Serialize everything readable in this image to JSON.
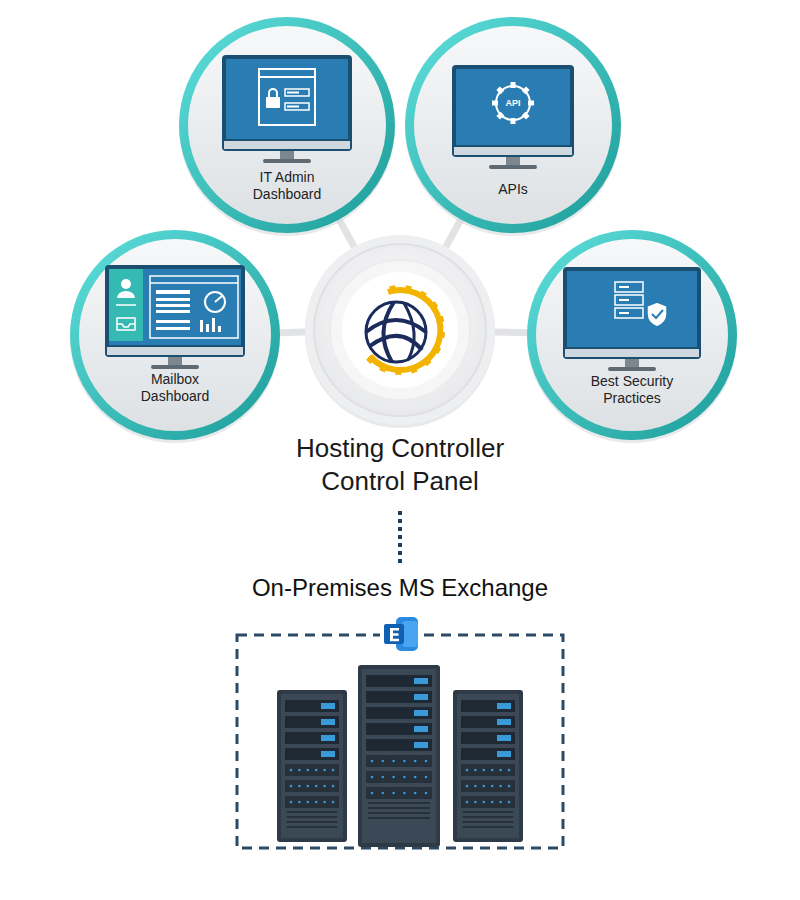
{
  "diagram": {
    "nodes": [
      {
        "text": [
          "IT Admin Dashboard"
        ]
      },
      {
        "text": [
          "APIs"
        ]
      },
      {
        "text": [
          "Mailbox Dashboard"
        ]
      },
      {
        "text": [
          "Hosting Controller Control Panel"
        ]
      },
      {
        "text": [
          "Best Security Practices"
        ]
      },
      {
        "text": [
          "On-Premises MS Exchange"
        ]
      }
    ],
    "edges": [
      {
        "from": 3,
        "to": 0,
        "arrow": "none"
      },
      {
        "from": 3,
        "to": 1,
        "arrow": "none"
      },
      {
        "from": 3,
        "to": 2,
        "arrow": "none"
      },
      {
        "from": 3,
        "to": 4,
        "arrow": "none"
      },
      {
        "from": 3,
        "to": 5,
        "arrow": "none"
      }
    ],
    "labels": [
      "API"
    ]
  }
}
